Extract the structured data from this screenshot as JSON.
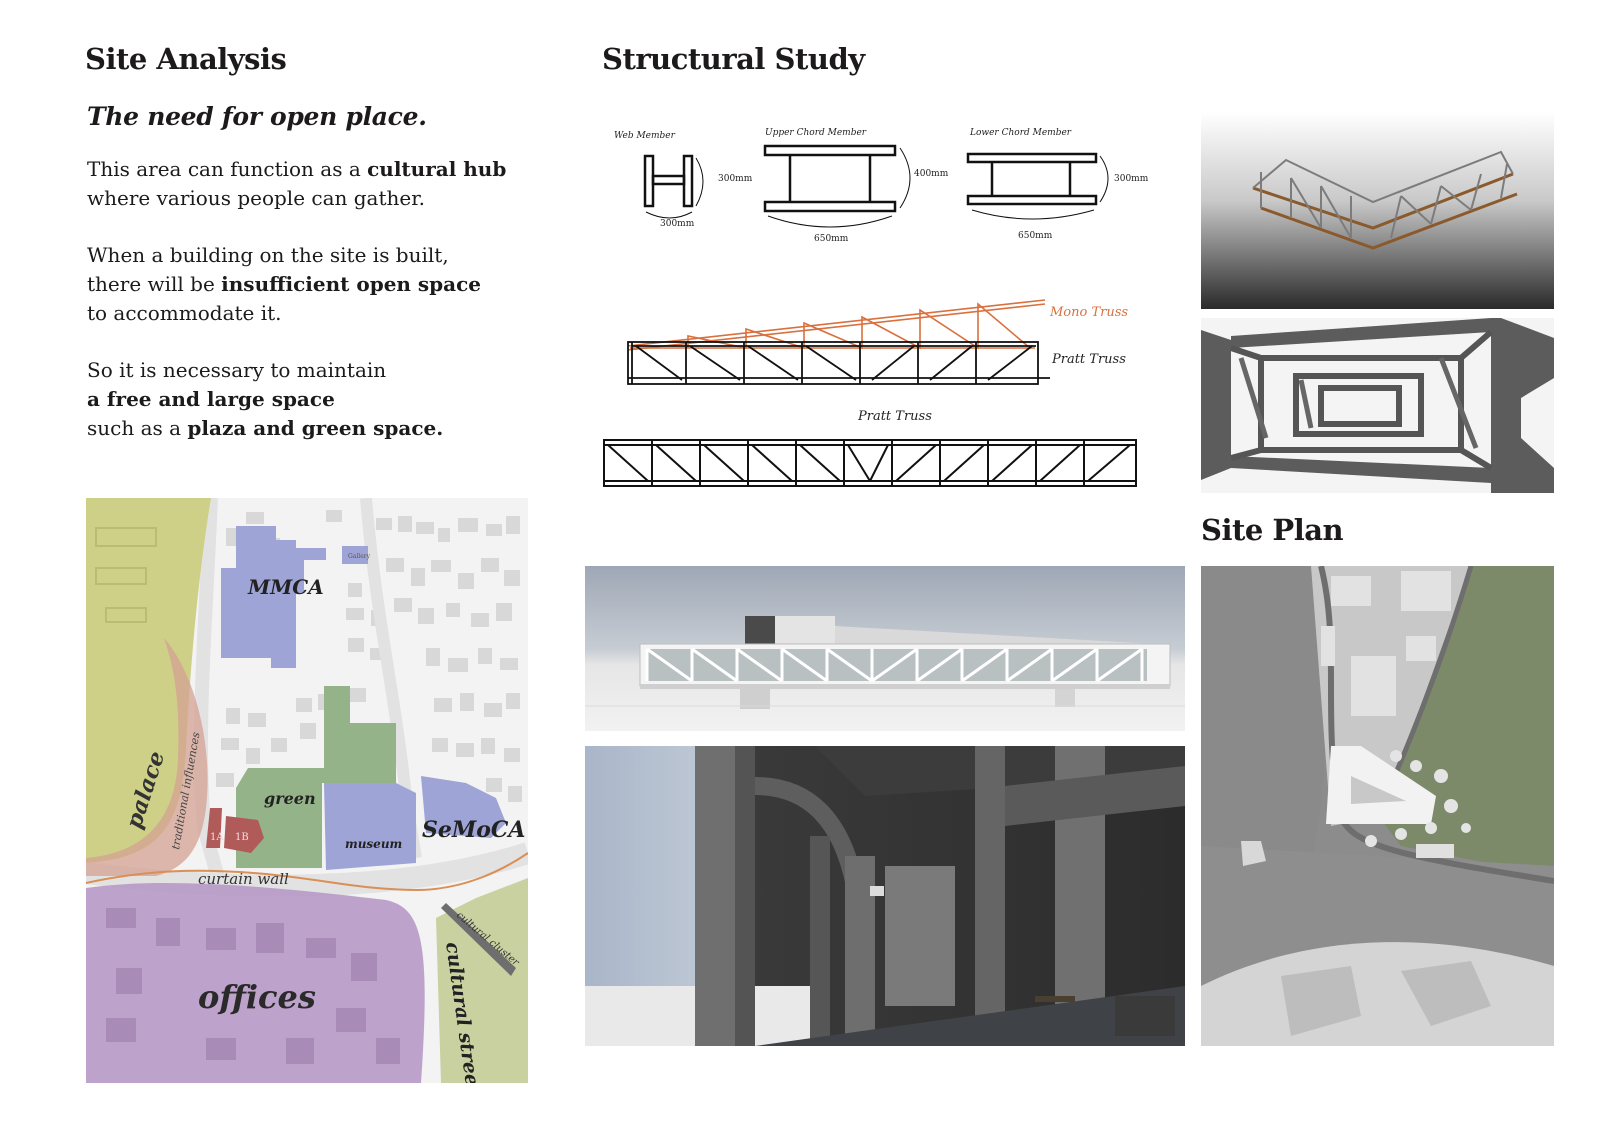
{
  "site_analysis": {
    "title": "Site Analysis",
    "tagline": "The need for open place.",
    "p1": {
      "a": "This area can function as a ",
      "b": "cultural hub",
      "c": "where various people can gather."
    },
    "p2": {
      "a": "When a building on the site is built,",
      "b": "there will be ",
      "c": "insufficient open space",
      "d": "to accommodate it."
    },
    "p3": {
      "a": "So it is necessary to maintain",
      "b": "a free and large space",
      "c": "such as a ",
      "d": "plaza and green space."
    }
  },
  "site_map": {
    "labels": {
      "mmca": "MMCA",
      "palace": "palace",
      "traditional": "traditional influences",
      "green": "green",
      "museum": "museum",
      "semoca": "SeMoCA",
      "curtain": "curtain wall",
      "offices": "offices",
      "cultural_street": "cultural street",
      "cultural_cluster": "cultural cluster",
      "a1": "1A",
      "b1": "1B",
      "gallery": "Gallery"
    },
    "colors": {
      "palace": "#cfd088",
      "mmca": "#9ea4d6",
      "green": "#94b389",
      "offices": "#b79ac7",
      "street": "#c9d1a1",
      "red": "#b05a5a",
      "tradition": "#d4a293"
    }
  },
  "structural_study": {
    "title": "Structural Study",
    "members": [
      {
        "name": "Web Member",
        "height": "300mm",
        "width": "300mm"
      },
      {
        "name": "Upper Chord Member",
        "height": "400mm",
        "width": "650mm"
      },
      {
        "name": "Lower Chord Member",
        "height": "300mm",
        "width": "650mm"
      }
    ],
    "truss_labels": {
      "mono": "Mono Truss",
      "pratt1": "Pratt Truss",
      "pratt2": "Pratt Truss"
    },
    "mono_color": "#d9703e"
  },
  "site_plan": {
    "title": "Site Plan"
  }
}
